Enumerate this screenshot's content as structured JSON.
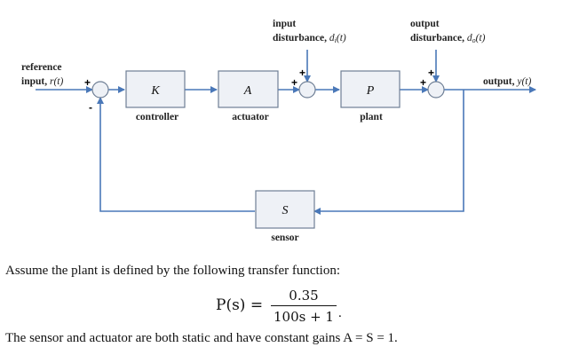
{
  "diagram": {
    "input_disturbance": {
      "line1": "input",
      "line2_prefix": "disturbance, ",
      "line2_sym": "d",
      "line2_sub": "i",
      "line2_arg": "(t)"
    },
    "output_disturbance": {
      "line1": "output",
      "line2_prefix": "disturbance, ",
      "line2_sym": "d",
      "line2_sub": "o",
      "line2_arg": "(t)"
    },
    "reference": {
      "line1": "reference",
      "line2_prefix": "input, ",
      "line2_sym": "r",
      "line2_arg": "(t)"
    },
    "output": {
      "prefix": "output, ",
      "sym": "y",
      "arg": "(t)"
    },
    "blocks": {
      "controller": {
        "symbol": "K",
        "label": "controller"
      },
      "actuator": {
        "symbol": "A",
        "label": "actuator"
      },
      "plant": {
        "symbol": "P",
        "label": "plant"
      },
      "sensor": {
        "symbol": "S",
        "label": "sensor"
      }
    },
    "signs": {
      "plus": "+",
      "minus": "-"
    }
  },
  "text": {
    "assume": "Assume the plant is defined by the following transfer function:",
    "tf_lhs": "P(s) =",
    "tf_num": "0.35",
    "tf_den": "100s + 1",
    "tf_end": ".",
    "sensor_note": "The sensor and actuator are both static and have constant gains A = S = 1."
  },
  "colors": {
    "line": "#4a78b8",
    "block_fill": "#eef1f6",
    "block_stroke": "#6f7f95"
  }
}
